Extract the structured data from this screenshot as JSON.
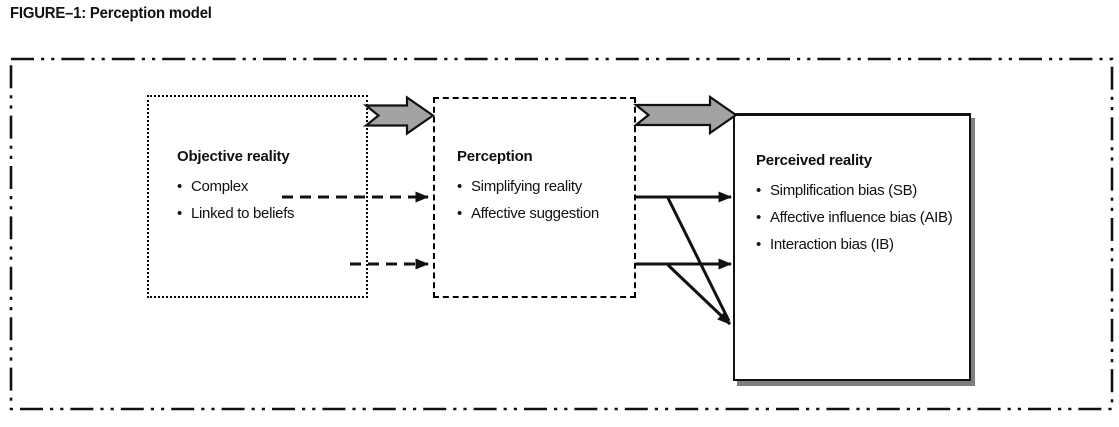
{
  "figure": {
    "title": "FIGURE–1: Perception model"
  },
  "diagram": {
    "boxes": [
      {
        "id": "objective-reality",
        "heading": "Objective reality",
        "bullets": [
          "Complex",
          "Linked to beliefs"
        ],
        "border_style": "dotted"
      },
      {
        "id": "perception",
        "heading": "Perception",
        "bullets": [
          "Simplifying reality",
          "Affective suggestion"
        ],
        "border_style": "dashed"
      },
      {
        "id": "perceived-reality",
        "heading": "Perceived reality",
        "bullets": [
          "Simplification bias (SB)",
          "Affective influence bias (AIB)",
          "Interaction bias (IB)"
        ],
        "border_style": "solid-with-shadow"
      }
    ],
    "flow": [
      "Objective reality → Perception (block arrow, 2 dashed arrows)",
      "Perception → Perceived reality (block arrow, 2 solid arrows, 2 diagonal arrows converging)"
    ],
    "colors": {
      "arrow_fill": "#a3a3a3",
      "line": "#111111",
      "shadow_gray": "#7f7f7f",
      "background": "#ffffff"
    }
  }
}
